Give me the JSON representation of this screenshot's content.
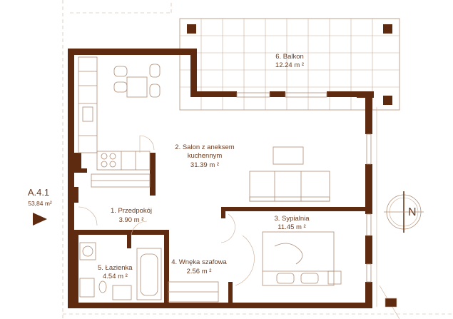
{
  "apartment": {
    "code": "A.4.1",
    "area": "53,84 m²"
  },
  "rooms": [
    {
      "name": "6. Balkon",
      "area": "12.24 m ²"
    },
    {
      "name_line1": "2. Salon z aneksem",
      "name_line2": "kuchennym",
      "area": "31.39 m ²"
    },
    {
      "name": "1. Przedpokój",
      "area": "3.90 m ²"
    },
    {
      "name": "3. Sypialnia",
      "area": "11.45 m ²"
    },
    {
      "name": "5. Łazienka",
      "area": "4.54 m ²"
    },
    {
      "name": "4. Wnęka szafowa",
      "area": "2.56 m ²"
    }
  ],
  "compass": {
    "letter": "N"
  },
  "colors": {
    "wall": "#5e2b10",
    "accent": "#6b3a1e",
    "line": "#b08d74"
  }
}
